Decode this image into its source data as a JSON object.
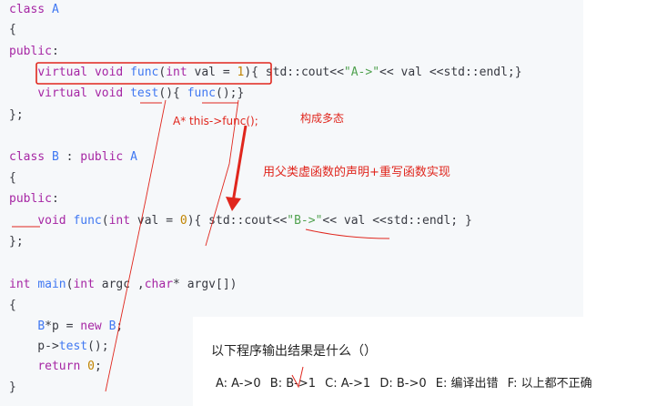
{
  "code": {
    "lines": [
      "class A",
      "{",
      "public:",
      "    virtual void func(int val = 1){ std::cout<<\"A->\"<< val <<std::endl;}",
      "    virtual void test(){ func();}",
      "};",
      "",
      "class B : public A",
      "{",
      "public:",
      "    void func(int val = 0){ std::cout<<\"B->\"<< val <<std::endl; }",
      "};",
      "",
      "int main(int argc ,char* argv[])",
      "{",
      "    B*p = new B;",
      "    p->test();",
      "    return 0;",
      "}"
    ]
  },
  "annotations": {
    "this_func": "A*    this->func();",
    "polymorphism": "构成多态",
    "explanation": "用父类虚函数的声明+重写函数实现"
  },
  "question": {
    "title": "以下程序输出结果是什么（）",
    "options": [
      "A: A->0",
      "B: B->1",
      "C: A->1",
      "D: B->0",
      "E: 编译出错",
      "F: 以上都不正确"
    ]
  },
  "colors": {
    "annotation": "#e0261d",
    "keyword": "#a626a4",
    "function": "#4078f2",
    "number": "#c18401",
    "string": "#50a14f"
  }
}
